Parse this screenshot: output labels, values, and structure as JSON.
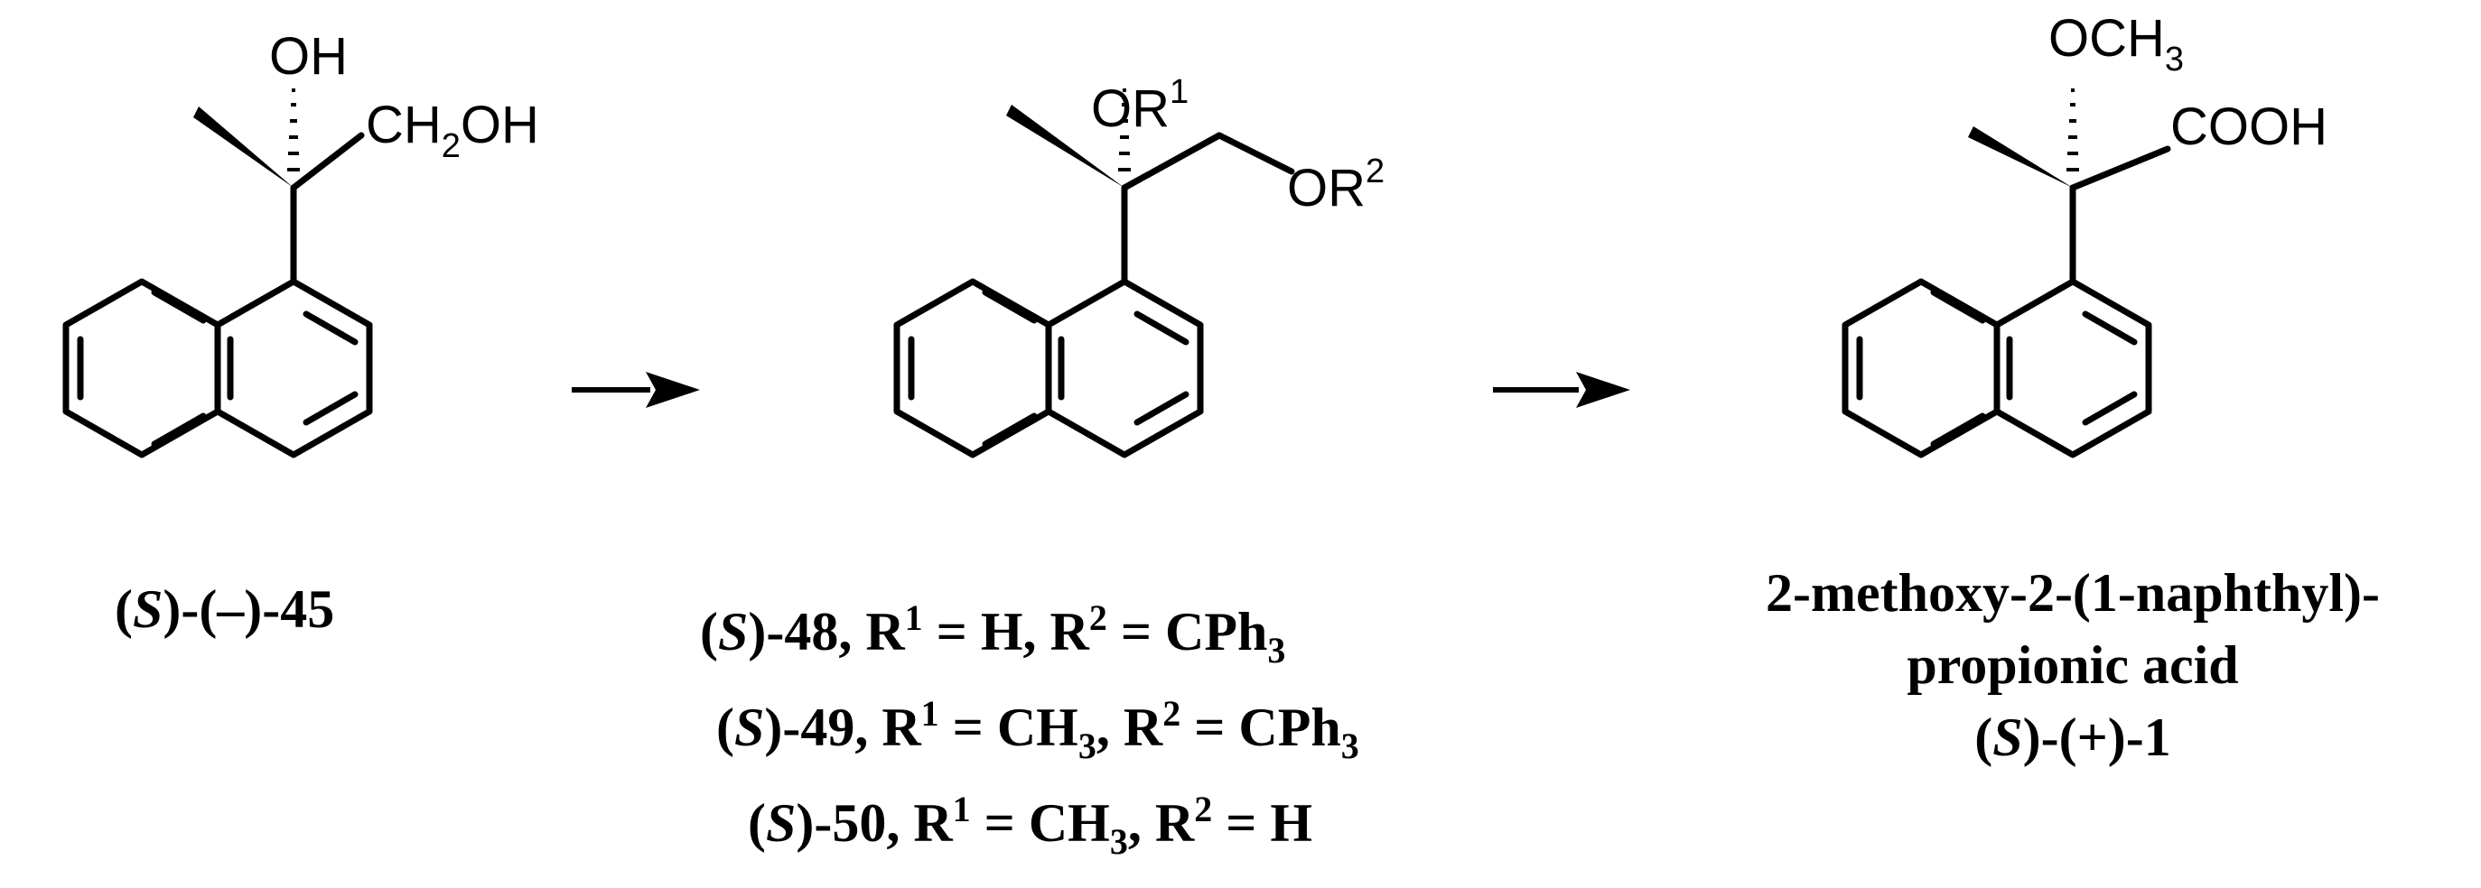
{
  "scheme": {
    "compound_a": {
      "groups": {
        "oh": "OH",
        "ch2oh_main": "CH",
        "ch2oh_sub": "2",
        "ch2oh_tail": "OH"
      },
      "label": {
        "open": "(",
        "config": "S",
        "close": ")",
        "rest": "-(–)-45"
      }
    },
    "compound_b": {
      "groups": {
        "or1_main": "OR",
        "or1_sup": "1",
        "or2_main": "OR",
        "or2_sup": "2"
      },
      "lines": [
        {
          "open": "(",
          "config": "S",
          "close": ")",
          "t1": "-48, R",
          "s1": "1",
          "t2": " = H, R",
          "s2": "2",
          "t3": " = CPh",
          "sub": "3",
          "t4": ""
        },
        {
          "open": "(",
          "config": "S",
          "close": ")",
          "t1": "-49, R",
          "s1": "1",
          "t2": " = CH",
          "sub": "3",
          "t3": ", R",
          "s2": "2",
          "t4": " = CPh",
          "sub2": "3"
        },
        {
          "open": "(",
          "config": "S",
          "close": ")",
          "t1": "-50, R",
          "s1": "1",
          "t2": " = CH",
          "sub": "3",
          "t3": ", R",
          "s2": "2",
          "t4": " = H"
        }
      ]
    },
    "compound_c": {
      "groups": {
        "och3_main": "OCH",
        "och3_sub": "3",
        "cooh": "COOH"
      },
      "name_line1": "2-methoxy-2-(1-naphthyl)-",
      "name_line2": "propionic acid",
      "label": {
        "open": "(",
        "config": "S",
        "close": ")",
        "rest": "-(+)-1"
      }
    }
  }
}
